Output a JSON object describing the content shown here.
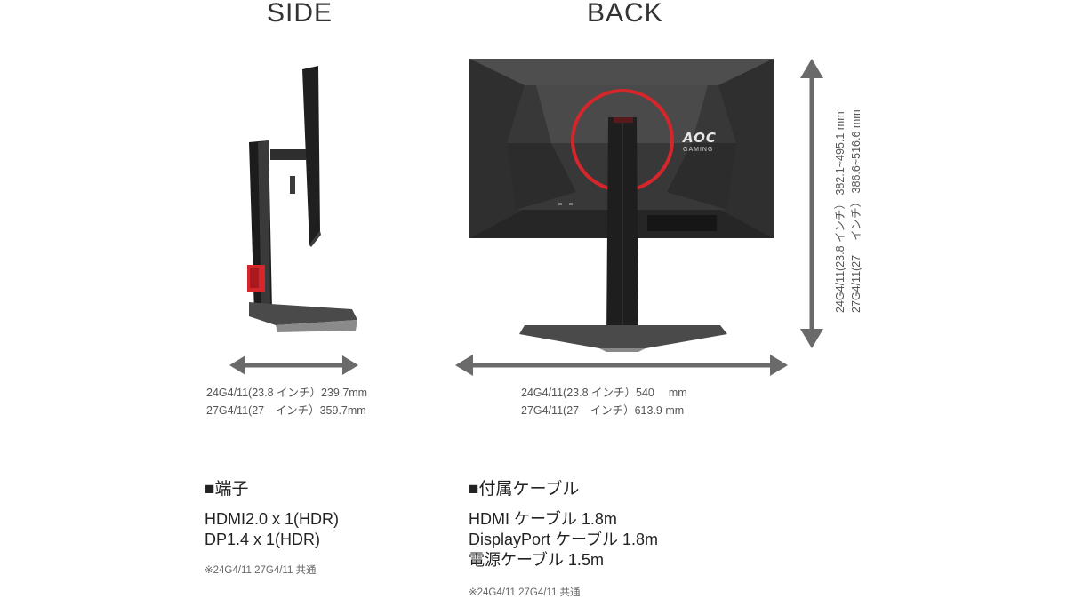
{
  "side": {
    "heading": "SIDE",
    "depth_lines": [
      "24G4/11(23.8 インチ）239.7mm",
      "27G4/11(27　インチ）359.7mm"
    ]
  },
  "back": {
    "heading": "BACK",
    "logo": {
      "brand": "AOC",
      "sub": "GAMING"
    },
    "width_lines": [
      "24G4/11(23.8 インチ）540　 mm",
      "27G4/11(27　インチ）613.9  mm"
    ],
    "height_lines": [
      "24G4/11(23.8 インチ） 382.1~495.1 mm",
      "27G4/11(27　 インチ） 386.6~516.6 mm"
    ]
  },
  "ports": {
    "title": "■端子",
    "items": [
      "HDMI2.0 x 1(HDR)",
      "DP1.4 x 1(HDR)"
    ],
    "note": "※24G4/11,27G4/11 共通"
  },
  "cables": {
    "title": "■付属ケーブル",
    "items": [
      "HDMI ケーブル 1.8m",
      "DisplayPort ケーブル 1.8m",
      "電源ケーブル 1.5m"
    ],
    "note": "※24G4/11,27G4/11 共通"
  },
  "colors": {
    "accent": "#d4262b",
    "body": "#2b2b2b",
    "arrow": "#6a6a6a"
  }
}
